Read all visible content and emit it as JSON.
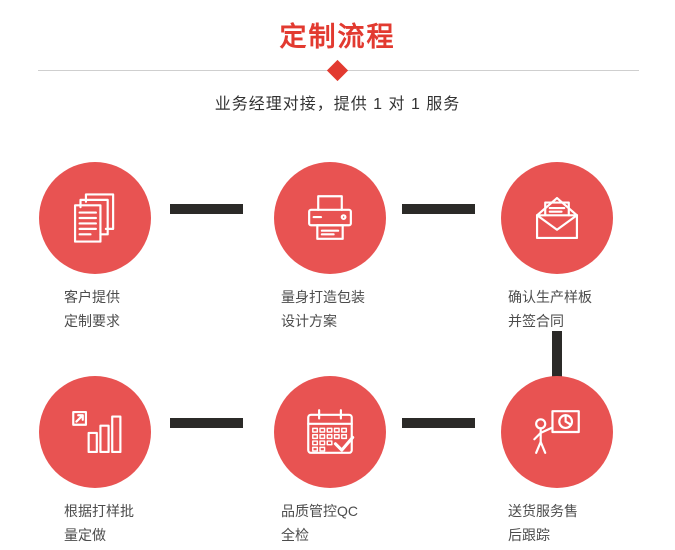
{
  "header": {
    "title": "定制流程",
    "subtitle": "业务经理对接，提供 1 对 1 服务"
  },
  "colors": {
    "accent_red": "#e23a30",
    "circle_red": "#e85352",
    "connector_dark": "#2b2a28",
    "divider_gray": "#cfcfcf",
    "label_text": "#4c4c4c"
  },
  "steps": [
    {
      "id": 1,
      "icon": "documents-icon",
      "label_line1": "客户提供",
      "label_line2": "定制要求"
    },
    {
      "id": 2,
      "icon": "printer-icon",
      "label_line1": "量身打造包装",
      "label_line2": "设计方案"
    },
    {
      "id": 3,
      "icon": "envelope-icon",
      "label_line1": "确认生产样板",
      "label_line2": "并签合同"
    },
    {
      "id": 4,
      "icon": "bar-chart-icon",
      "label_line1": "根据打样批",
      "label_line2": "量定做"
    },
    {
      "id": 5,
      "icon": "calendar-icon",
      "label_line1": "品质管控QC",
      "label_line2": "全检"
    },
    {
      "id": 6,
      "icon": "presentation-icon",
      "label_line1": "送货服务售",
      "label_line2": "后跟踪"
    }
  ]
}
